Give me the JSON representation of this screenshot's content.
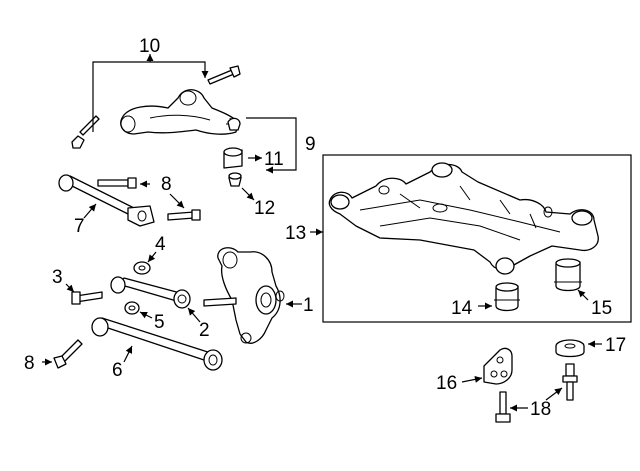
{
  "callouts": {
    "c1": "1",
    "c2": "2",
    "c3": "3",
    "c4": "4",
    "c5": "5",
    "c6": "6",
    "c7": "7",
    "c8a": "8",
    "c8b": "8",
    "c9": "9",
    "c10": "10",
    "c11": "11",
    "c12": "12",
    "c13": "13",
    "c14": "14",
    "c15": "15",
    "c16": "16",
    "c17": "17",
    "c18": "18"
  },
  "colors": {
    "line": "#000000",
    "background": "#ffffff"
  }
}
